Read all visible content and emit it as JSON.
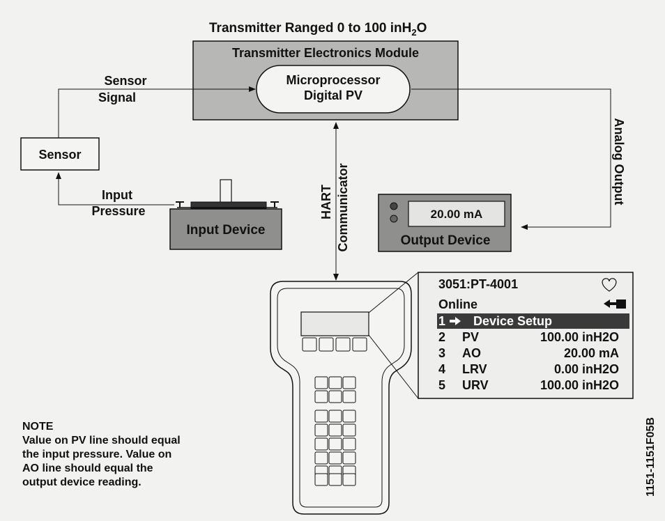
{
  "title": "Transmitter Ranged 0 to 100 inH",
  "title_sub": "2",
  "title_tail": "O",
  "module": {
    "label": "Transmitter Electronics Module",
    "processor_line1": "Microprocessor",
    "processor_line2": "Digital PV"
  },
  "sensor_signal": {
    "line1": "Sensor",
    "line2": "Signal"
  },
  "sensor": "Sensor",
  "input_pressure": {
    "line1": "Input",
    "line2": "Pressure"
  },
  "input_device": "Input Device",
  "analog_output": "Analog Output",
  "output_device": {
    "label": "Output Device",
    "reading": "20.00 mA"
  },
  "hart": {
    "line1": "HART",
    "line2": "Communicator"
  },
  "communicator_screen": {
    "tag": "3051:PT-4001",
    "status": "Online",
    "rows": [
      {
        "num": "1",
        "label": "Device Setup",
        "value": "",
        "selected": true
      },
      {
        "num": "2",
        "label": "PV",
        "value": "100.00 inH2O",
        "selected": false
      },
      {
        "num": "3",
        "label": "AO",
        "value": "20.00 mA",
        "selected": false
      },
      {
        "num": "4",
        "label": "LRV",
        "value": "0.00 inH2O",
        "selected": false
      },
      {
        "num": "5",
        "label": "URV",
        "value": "100.00 inH2O",
        "selected": false
      }
    ]
  },
  "note": {
    "heading": "NOTE",
    "lines": [
      "Value on PV line should equal",
      "the input pressure. Value on",
      "AO line should equal the",
      "output device reading."
    ]
  },
  "figure_id": "1151-1151F05B",
  "colors": {
    "module_fill": "#b7b7b5",
    "device_fill": "#8f8f8d",
    "screen_bg": "#eeeeec",
    "selected_bar": "#3a3a3a"
  }
}
